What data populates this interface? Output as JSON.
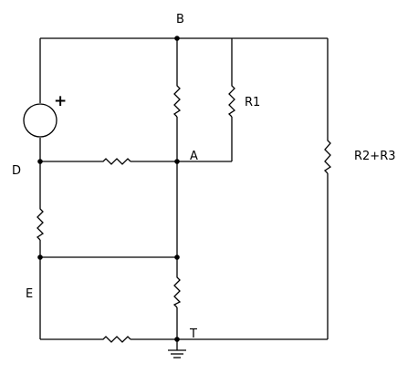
{
  "diagram": {
    "type": "circuit-schematic",
    "nodes": {
      "B": "B",
      "A": "A",
      "D": "D",
      "E": "E",
      "T": "T"
    },
    "components": {
      "r1": "R1",
      "r2r3": "R2+R3",
      "source_polarity": "+"
    }
  }
}
